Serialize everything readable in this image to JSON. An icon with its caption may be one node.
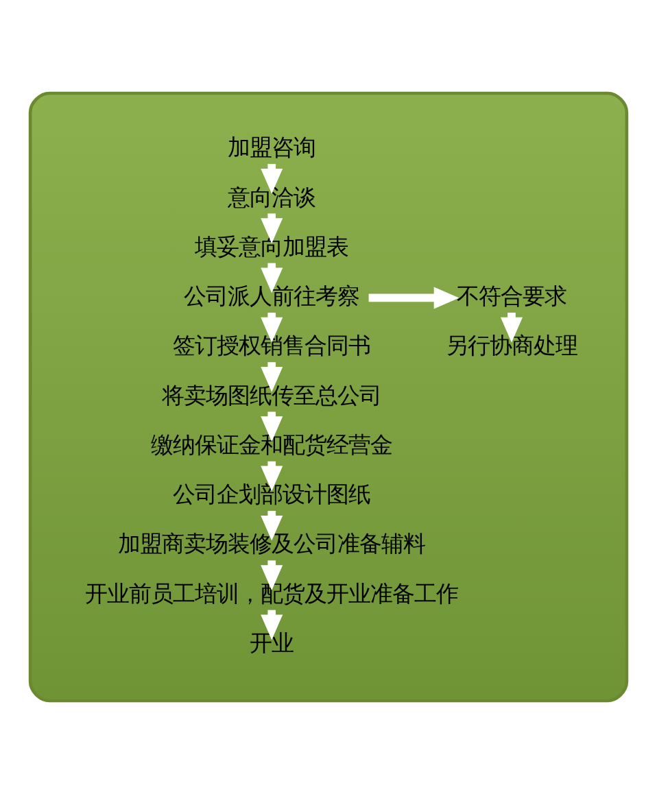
{
  "diagram": {
    "nodes": [
      {
        "text": [],
        "shape": "bubble"
      },
      {
        "text": [
          "加盟咨询"
        ],
        "in": 0
      },
      {
        "text": [
          "意向洽谈"
        ],
        "in": 0
      },
      {
        "text": [
          "填妥意向加盟表"
        ],
        "in": 0
      },
      {
        "text": [
          "公司派人前往考察"
        ],
        "in": 0
      },
      {
        "text": [
          "不符合要求"
        ],
        "in": 0
      },
      {
        "text": [
          "另行协商处理"
        ],
        "in": 0
      },
      {
        "text": [
          "签订授权销售合同书"
        ],
        "in": 0
      },
      {
        "text": [
          "将卖场图纸传至总公司"
        ],
        "in": 0
      },
      {
        "text": [
          "缴纳保证金和配货经营金"
        ],
        "in": 0
      },
      {
        "text": [
          "公司企划部设计图纸"
        ],
        "in": 0
      },
      {
        "text": [
          "加盟商卖场装修及公司准备辅料"
        ],
        "in": 0
      },
      {
        "text": [
          "开业前员工培训，配货及开业准备工作"
        ],
        "in": 0
      },
      {
        "text": [
          "开业"
        ],
        "in": 0
      }
    ],
    "edges": [
      {
        "from": 1,
        "to": 2,
        "arrow": "to"
      },
      {
        "from": 2,
        "to": 3,
        "arrow": "to"
      },
      {
        "from": 3,
        "to": 4,
        "arrow": "to"
      },
      {
        "from": 4,
        "to": 5,
        "arrow": "to"
      },
      {
        "from": 5,
        "to": 6,
        "arrow": "to"
      },
      {
        "from": 4,
        "to": 7,
        "arrow": "to"
      },
      {
        "from": 7,
        "to": 8,
        "arrow": "to"
      },
      {
        "from": 8,
        "to": 9,
        "arrow": "to"
      },
      {
        "from": 9,
        "to": 10,
        "arrow": "to"
      },
      {
        "from": 10,
        "to": 11,
        "arrow": "to"
      },
      {
        "from": 11,
        "to": 12,
        "arrow": "to"
      },
      {
        "from": 12,
        "to": 13,
        "arrow": "to"
      }
    ]
  }
}
